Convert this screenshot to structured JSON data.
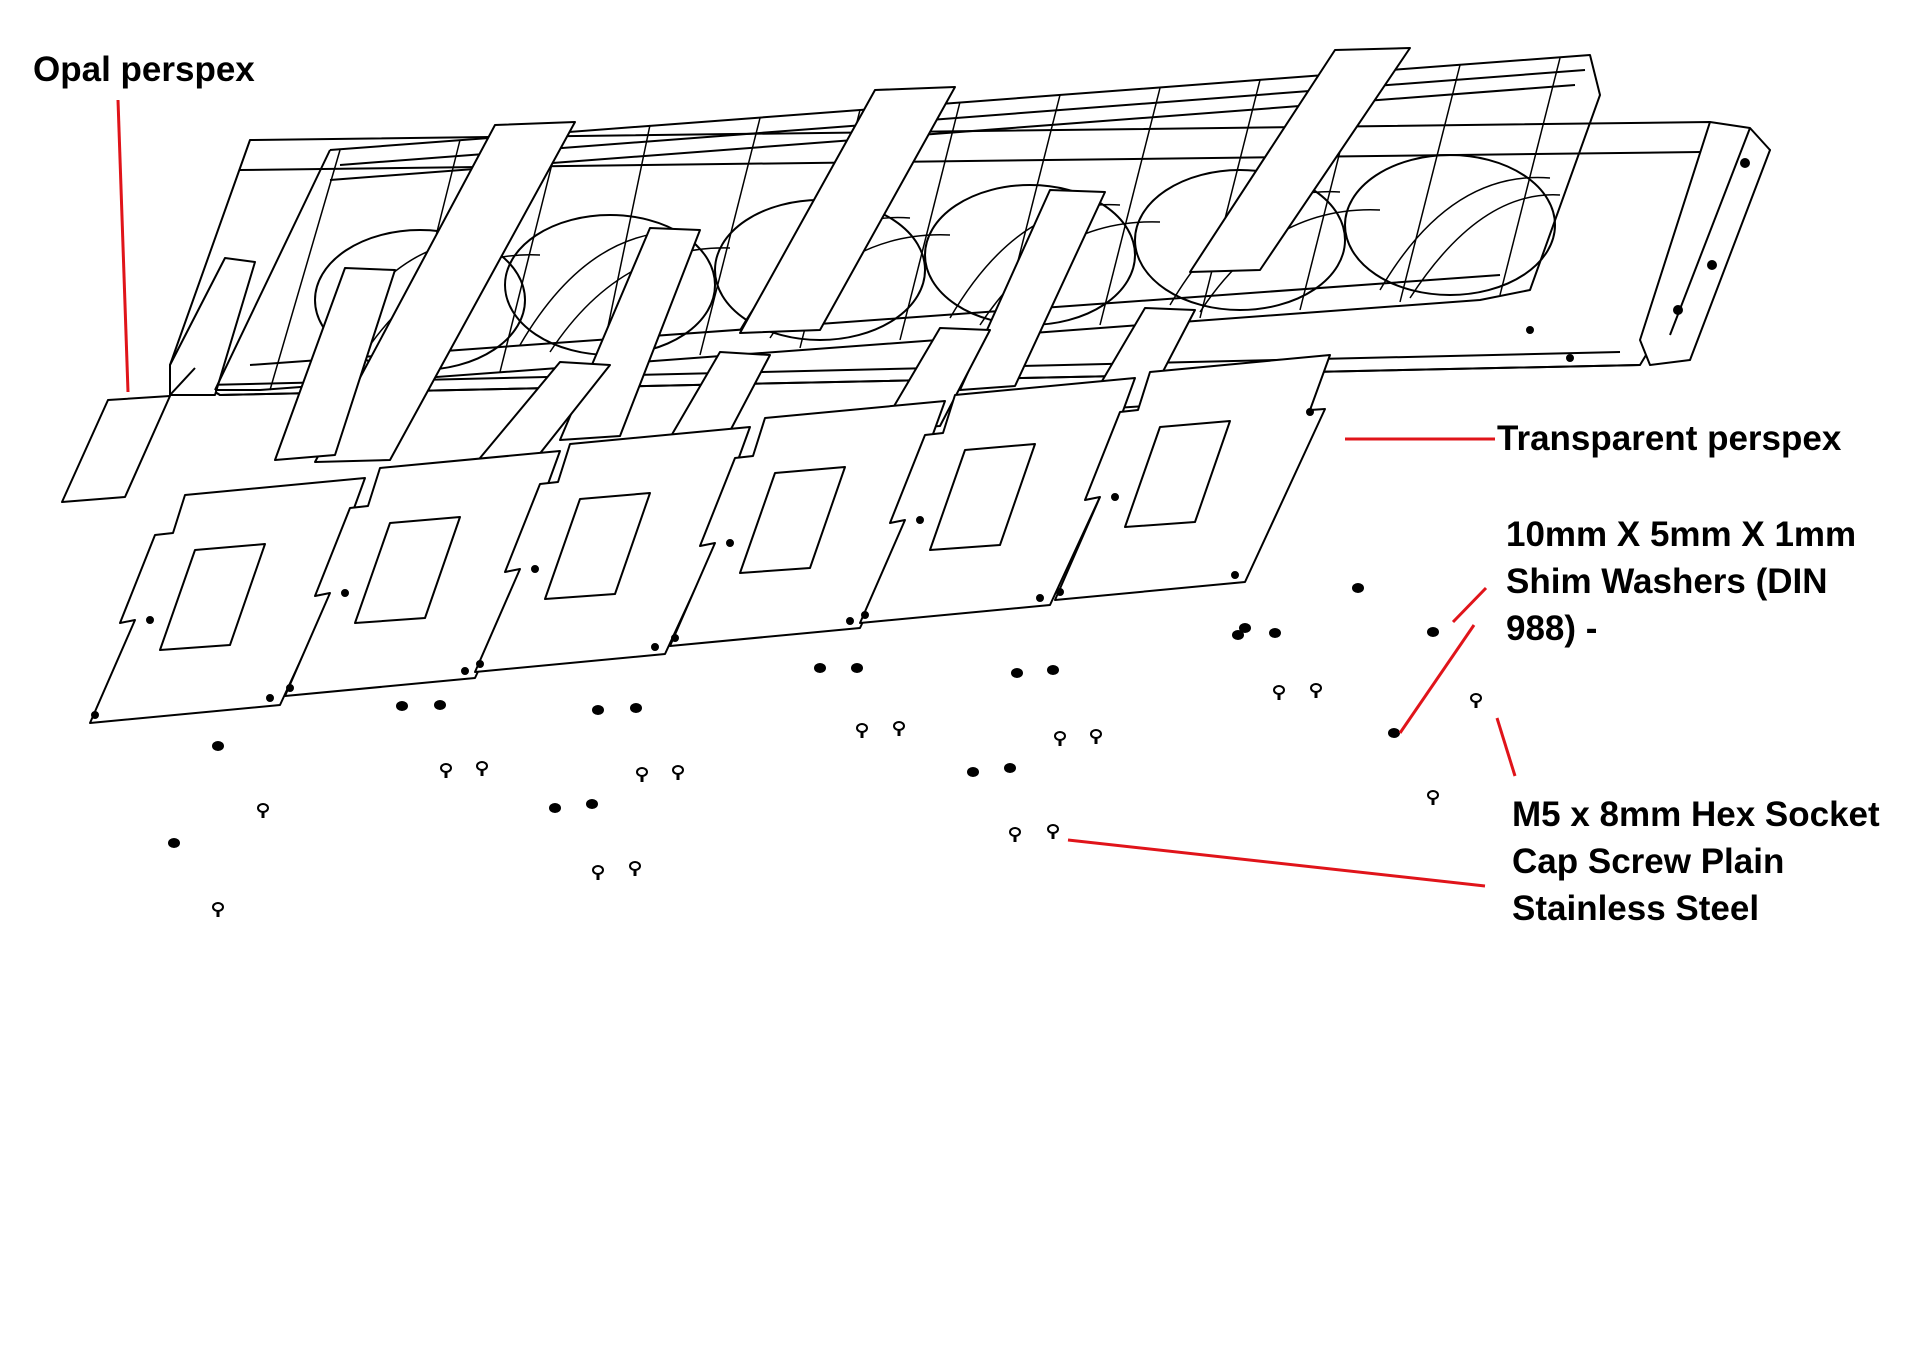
{
  "labels": {
    "opal_perspex": "Opal perspex",
    "transparent_perspex": "Transparent perspex",
    "shim_washers": [
      "10mm X 5mm X 1mm",
      "Shim Washers (DIN",
      "988) -"
    ],
    "cap_screw": [
      "M5 x 8mm Hex Socket",
      "Cap Screw Plain",
      "Stainless Steel"
    ]
  },
  "colors": {
    "leader_line": "#e0141a",
    "drawing_line": "#000000",
    "background": "#ffffff"
  }
}
